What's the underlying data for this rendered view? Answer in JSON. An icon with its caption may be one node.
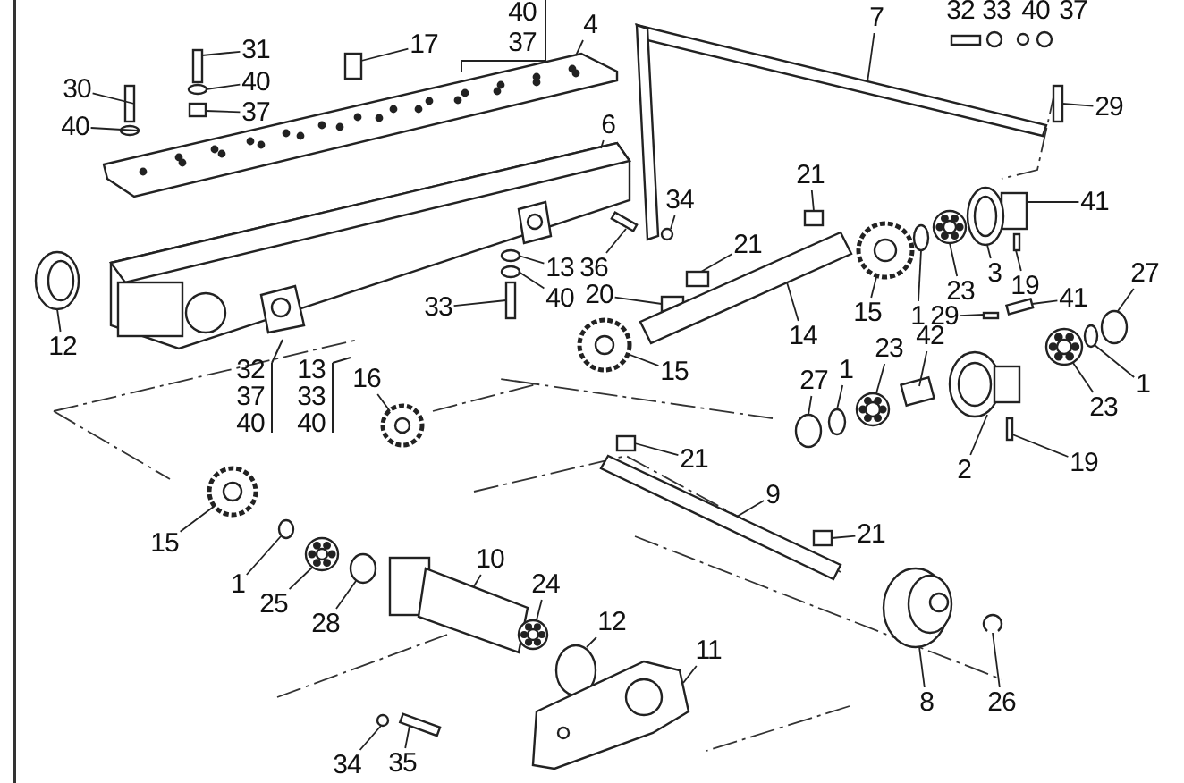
{
  "diagram": {
    "nodes": [
      {
        "text": [
          "31"
        ]
      },
      {
        "text": [
          "17"
        ]
      },
      {
        "text": [
          "30"
        ]
      },
      {
        "text": [
          "40"
        ]
      },
      {
        "text": [
          "40"
        ]
      },
      {
        "text": [
          "37"
        ]
      },
      {
        "text": [
          "4"
        ]
      },
      {
        "text": [
          "12"
        ]
      },
      {
        "text": [
          "6"
        ]
      },
      {
        "text": [
          "13"
        ]
      },
      {
        "text": [
          "40"
        ]
      },
      {
        "text": [
          "33"
        ]
      },
      {
        "text": [
          "16"
        ]
      },
      {
        "text": [
          "7"
        ]
      },
      {
        "text": [
          "29"
        ]
      },
      {
        "text": [
          "41"
        ]
      },
      {
        "text": [
          "34"
        ]
      },
      {
        "text": [
          "36"
        ]
      },
      {
        "text": [
          "21"
        ]
      },
      {
        "text": [
          "21"
        ]
      },
      {
        "text": [
          "20"
        ]
      },
      {
        "text": [
          "14"
        ]
      },
      {
        "text": [
          "15"
        ]
      },
      {
        "text": [
          "1"
        ]
      },
      {
        "text": [
          "23"
        ]
      },
      {
        "text": [
          "3"
        ]
      },
      {
        "text": [
          "19"
        ]
      },
      {
        "text": [
          "15"
        ]
      },
      {
        "text": [
          "29"
        ]
      },
      {
        "text": [
          "41"
        ]
      },
      {
        "text": [
          "27"
        ]
      },
      {
        "text": [
          "1"
        ]
      },
      {
        "text": [
          "23"
        ]
      },
      {
        "text": [
          "42"
        ]
      },
      {
        "text": [
          "23"
        ]
      },
      {
        "text": [
          "27"
        ]
      },
      {
        "text": [
          "1"
        ]
      },
      {
        "text": [
          "2"
        ]
      },
      {
        "text": [
          "19"
        ]
      },
      {
        "text": [
          "21"
        ]
      },
      {
        "text": [
          "9"
        ]
      },
      {
        "text": [
          "21"
        ]
      },
      {
        "text": [
          "8"
        ]
      },
      {
        "text": [
          "26"
        ]
      },
      {
        "text": [
          "12"
        ]
      },
      {
        "text": [
          "11"
        ]
      },
      {
        "text": [
          "15"
        ]
      },
      {
        "text": [
          "1"
        ]
      },
      {
        "text": [
          "25"
        ]
      },
      {
        "text": [
          "28"
        ]
      },
      {
        "text": [
          "10"
        ]
      },
      {
        "text": [
          "24"
        ]
      },
      {
        "text": [
          "34"
        ]
      },
      {
        "text": [
          "35"
        ]
      },
      {
        "text": [],
        "shape": "box"
      },
      {
        "text": [],
        "shape": "box"
      },
      {
        "text": [],
        "shape": "box"
      },
      {
        "text": [],
        "shape": "circle"
      },
      {
        "text": [],
        "shape": "circle"
      },
      {
        "text": [],
        "shape": "box"
      },
      {
        "text": [],
        "shape": "picture"
      },
      {
        "text": [],
        "shape": "circle"
      },
      {
        "text": [],
        "shape": "picture"
      },
      {
        "text": [],
        "shape": "circle"
      },
      {
        "text": [],
        "shape": "circle"
      },
      {
        "text": [],
        "shape": "box"
      },
      {
        "text": [],
        "shape": "picture"
      },
      {
        "text": [],
        "shape": "picture"
      },
      {
        "text": [],
        "shape": "box"
      },
      {
        "text": [],
        "shape": "box"
      },
      {
        "text": [],
        "shape": "circle"
      },
      {
        "text": [],
        "shape": "box"
      },
      {
        "text": [],
        "shape": "box"
      },
      {
        "text": [],
        "shape": "box"
      },
      {
        "text": [],
        "shape": "box"
      },
      {
        "text": [],
        "shape": "bar"
      },
      {
        "text": [],
        "shape": "picture"
      },
      {
        "text": [],
        "shape": "circle"
      },
      {
        "text": [],
        "shape": "picture"
      },
      {
        "text": [],
        "shape": "circle"
      },
      {
        "text": [],
        "shape": "box"
      },
      {
        "text": [],
        "shape": "picture"
      },
      {
        "text": [],
        "shape": "box"
      },
      {
        "text": [],
        "shape": "box"
      },
      {
        "text": [],
        "shape": "circle"
      },
      {
        "text": [],
        "shape": "circle"
      },
      {
        "text": [],
        "shape": "picture"
      },
      {
        "text": [],
        "shape": "box"
      },
      {
        "text": [],
        "shape": "picture"
      },
      {
        "text": [],
        "shape": "circle"
      },
      {
        "text": [],
        "shape": "circle"
      },
      {
        "text": [],
        "shape": "picture"
      },
      {
        "text": [],
        "shape": "box"
      },
      {
        "text": [],
        "shape": "box"
      },
      {
        "text": [],
        "shape": "bar"
      },
      {
        "text": [],
        "shape": "box"
      },
      {
        "text": [],
        "shape": "picture"
      },
      {
        "text": [],
        "shape": "circle"
      },
      {
        "text": [],
        "shape": "circle"
      },
      {
        "text": [],
        "shape": "picture"
      },
      {
        "text": [],
        "shape": "picture"
      },
      {
        "text": [],
        "shape": "circle"
      },
      {
        "text": [],
        "shape": "picture"
      },
      {
        "text": [],
        "shape": "circle"
      },
      {
        "text": [],
        "shape": "picture"
      },
      {
        "text": [],
        "shape": "picture"
      },
      {
        "text": [],
        "shape": "circle"
      },
      {
        "text": [],
        "shape": "box"
      }
    ],
    "edges": [
      {
        "from": 0,
        "to": 54,
        "arrow": "none"
      },
      {
        "from": 1,
        "to": 55,
        "arrow": "none"
      },
      {
        "from": 2,
        "to": 56,
        "arrow": "none"
      },
      {
        "from": 3,
        "to": 57,
        "arrow": "none"
      },
      {
        "from": 4,
        "to": 58,
        "arrow": "none"
      },
      {
        "from": 5,
        "to": 59,
        "arrow": "none"
      },
      {
        "from": 6,
        "to": 60,
        "arrow": "none"
      },
      {
        "from": 7,
        "to": 61,
        "arrow": "none"
      },
      {
        "from": 8,
        "to": 62,
        "arrow": "none"
      },
      {
        "from": 9,
        "to": 63,
        "arrow": "none"
      },
      {
        "from": 10,
        "to": 64,
        "arrow": "none"
      },
      {
        "from": 11,
        "to": 65,
        "arrow": "none"
      },
      {
        "from": 12,
        "to": 66,
        "arrow": "none"
      },
      {
        "from": 13,
        "to": 67,
        "arrow": "none"
      },
      {
        "from": 14,
        "to": 68,
        "arrow": "none"
      },
      {
        "from": 15,
        "to": 69,
        "arrow": "none"
      },
      {
        "from": 16,
        "to": 70,
        "arrow": "none"
      },
      {
        "from": 17,
        "to": 71,
        "arrow": "none"
      },
      {
        "from": 18,
        "to": 72,
        "arrow": "none"
      },
      {
        "from": 19,
        "to": 73,
        "arrow": "none"
      },
      {
        "from": 20,
        "to": 74,
        "arrow": "none"
      },
      {
        "from": 21,
        "to": 75,
        "arrow": "none"
      },
      {
        "from": 22,
        "to": 76,
        "arrow": "none"
      },
      {
        "from": 23,
        "to": 77,
        "arrow": "none"
      },
      {
        "from": 24,
        "to": 78,
        "arrow": "none"
      },
      {
        "from": 25,
        "to": 79,
        "arrow": "none"
      },
      {
        "from": 26,
        "to": 80,
        "arrow": "none"
      },
      {
        "from": 27,
        "to": 81,
        "arrow": "none"
      },
      {
        "from": 28,
        "to": 82,
        "arrow": "none"
      },
      {
        "from": 29,
        "to": 83,
        "arrow": "none"
      },
      {
        "from": 30,
        "to": 84,
        "arrow": "none"
      },
      {
        "from": 31,
        "to": 85,
        "arrow": "none"
      },
      {
        "from": 32,
        "to": 86,
        "arrow": "none"
      },
      {
        "from": 33,
        "to": 87,
        "arrow": "none"
      },
      {
        "from": 34,
        "to": 88,
        "arrow": "none"
      },
      {
        "from": 35,
        "to": 89,
        "arrow": "none"
      },
      {
        "from": 36,
        "to": 90,
        "arrow": "none"
      },
      {
        "from": 37,
        "to": 91,
        "arrow": "none"
      },
      {
        "from": 38,
        "to": 92,
        "arrow": "none"
      },
      {
        "from": 39,
        "to": 93,
        "arrow": "none"
      },
      {
        "from": 40,
        "to": 94,
        "arrow": "none"
      },
      {
        "from": 41,
        "to": 95,
        "arrow": "none"
      },
      {
        "from": 42,
        "to": 96,
        "arrow": "none"
      },
      {
        "from": 43,
        "to": 97,
        "arrow": "none"
      },
      {
        "from": 44,
        "to": 98,
        "arrow": "none"
      },
      {
        "from": 45,
        "to": 99,
        "arrow": "none"
      },
      {
        "from": 46,
        "to": 100,
        "arrow": "none"
      },
      {
        "from": 47,
        "to": 101,
        "arrow": "none"
      },
      {
        "from": 48,
        "to": 102,
        "arrow": "none"
      },
      {
        "from": 49,
        "to": 103,
        "arrow": "none"
      },
      {
        "from": 50,
        "to": 104,
        "arrow": "none"
      },
      {
        "from": 51,
        "to": 105,
        "arrow": "none"
      },
      {
        "from": 52,
        "to": 106,
        "arrow": "none"
      },
      {
        "from": 53,
        "to": 107,
        "arrow": "none"
      }
    ],
    "labels": [
      "40",
      "37",
      "32",
      "33",
      "40",
      "37",
      "32",
      "37",
      "40",
      "13",
      "33",
      "40"
    ]
  }
}
